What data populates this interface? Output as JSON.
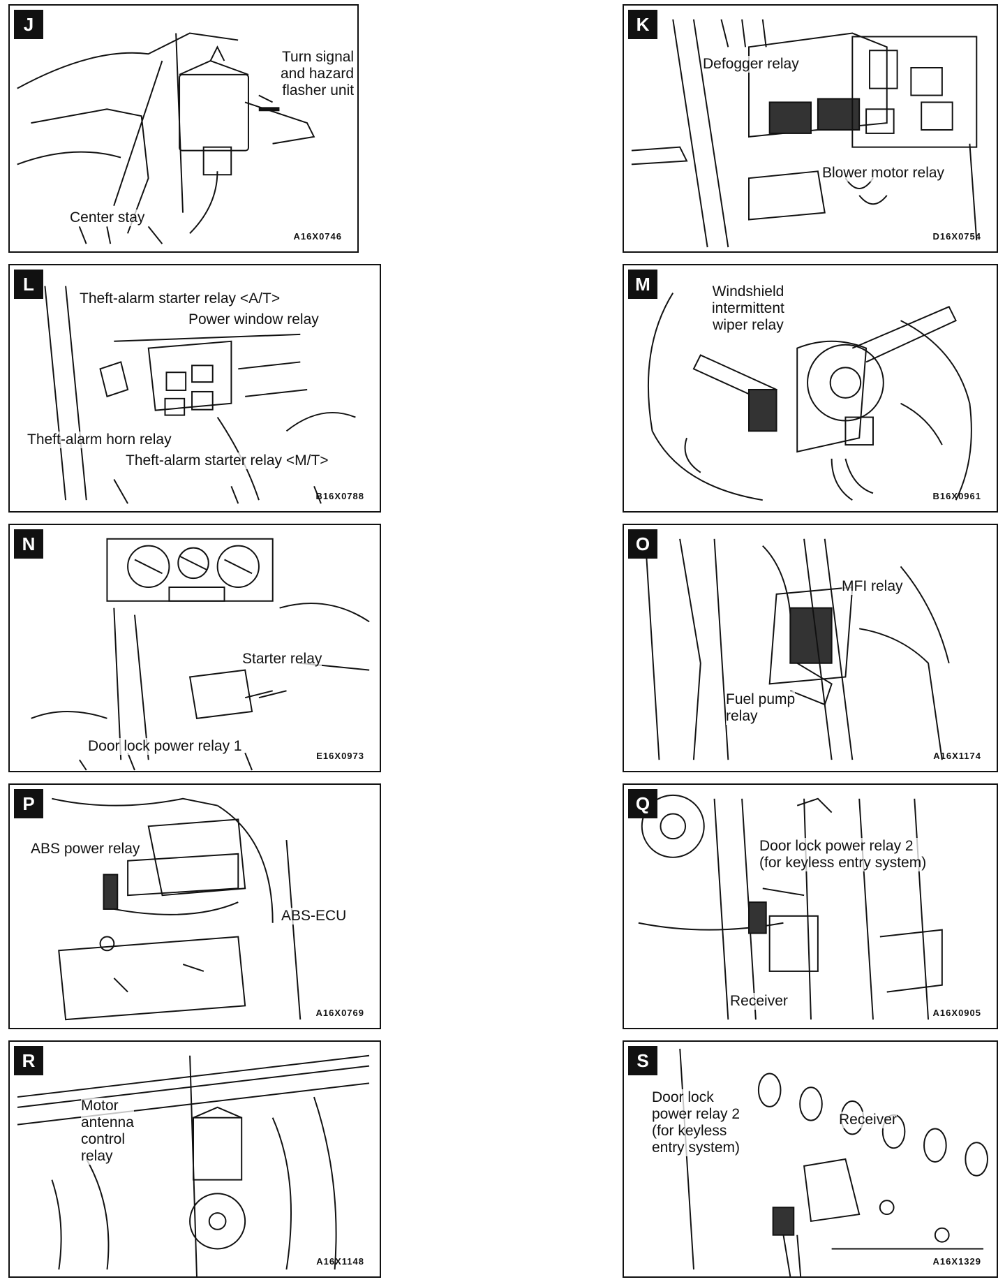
{
  "panels": {
    "J": {
      "letter": "J",
      "code": "A16X0746",
      "labels": [
        "Turn signal\nand hazard\nflasher unit",
        "Center stay"
      ]
    },
    "K": {
      "letter": "K",
      "code": "D16X0754",
      "labels": [
        "Defogger relay",
        "Blower motor relay"
      ]
    },
    "L": {
      "letter": "L",
      "code": "B16X0788",
      "labels": [
        "Theft-alarm starter relay <A/T>",
        "Power window relay",
        "Theft-alarm horn relay",
        "Theft-alarm starter relay <M/T>"
      ]
    },
    "M": {
      "letter": "M",
      "code": "B16X0961",
      "labels": [
        "Windshield\nintermittent\nwiper relay"
      ]
    },
    "N": {
      "letter": "N",
      "code": "E16X0973",
      "labels": [
        "Starter relay",
        "Door lock power relay 1"
      ]
    },
    "O": {
      "letter": "O",
      "code": "A16X1174",
      "labels": [
        "MFI relay",
        "Fuel pump\nrelay"
      ]
    },
    "P": {
      "letter": "P",
      "code": "A16X0769",
      "labels": [
        "ABS power relay",
        "ABS-ECU"
      ]
    },
    "Q": {
      "letter": "Q",
      "code": "A16X0905",
      "labels": [
        "Door lock power relay 2\n(for keyless entry system)",
        "Receiver"
      ]
    },
    "R": {
      "letter": "R",
      "code": "A16X1148",
      "labels": [
        "Motor\nantenna\ncontrol\nrelay"
      ]
    },
    "S": {
      "letter": "S",
      "code": "A16X1329",
      "labels": [
        "Door lock\npower relay 2\n(for keyless\nentry system)",
        "Receiver"
      ]
    }
  }
}
